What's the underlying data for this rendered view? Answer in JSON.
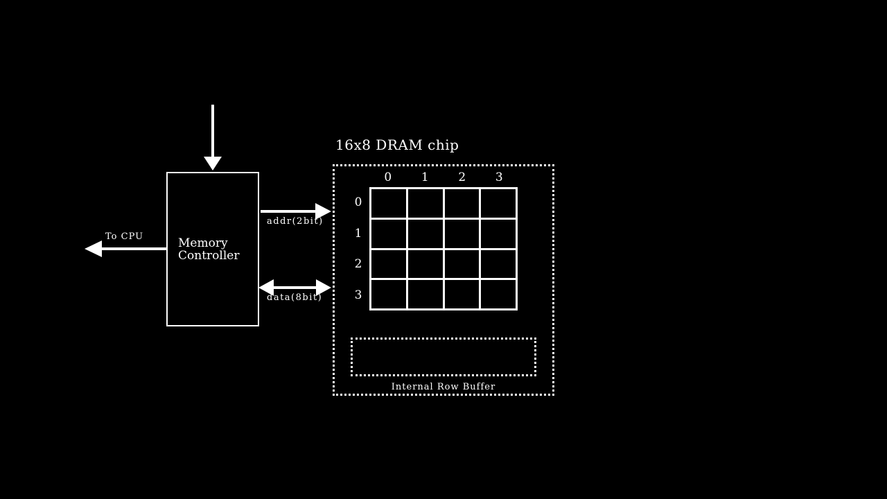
{
  "colors": {
    "background": "#000000",
    "foreground": "#ffffff"
  },
  "memory_controller": {
    "label_line1": "Memory",
    "label_line2": "Controller"
  },
  "cpu_link": {
    "label": "To CPU"
  },
  "buses": {
    "addr_label": "addr(2bit)",
    "data_label": "data(8bit)"
  },
  "dram_chip": {
    "title": "16x8 DRAM chip",
    "grid": {
      "rows": 4,
      "cols": 4,
      "col_headers": [
        "0",
        "1",
        "2",
        "3"
      ],
      "row_headers": [
        "0",
        "1",
        "2",
        "3"
      ]
    },
    "row_buffer_label": "Internal Row Buffer"
  }
}
